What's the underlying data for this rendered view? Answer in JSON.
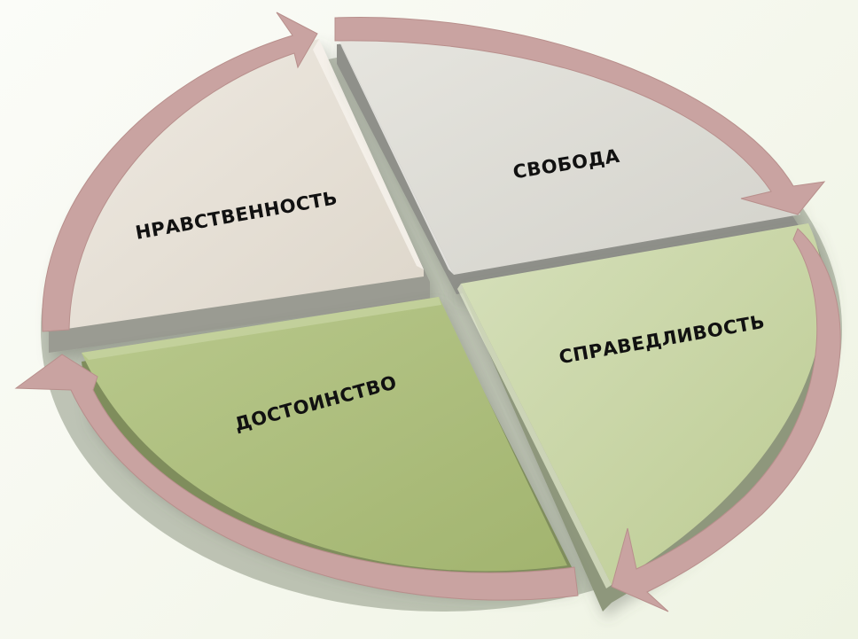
{
  "diagram": {
    "sectors": [
      {
        "id": "top-left",
        "label": "НРАВСТВЕННОСТЬ"
      },
      {
        "id": "top-right",
        "label": "СВОБОДА"
      },
      {
        "id": "bottom-right",
        "label": "СПРАВЕДЛИВОСТЬ"
      },
      {
        "id": "bottom-left",
        "label": "ДОСТОИНСТВО"
      }
    ],
    "colors": {
      "top_left": "#e6e0d6",
      "top_right": "#dddcd6",
      "bottom_right": "#c9d6a8",
      "bottom_left": "#aebf7e",
      "arrows": "#c9a3a1",
      "edge": "#8d8f86"
    },
    "arrow_direction": "clockwise"
  }
}
